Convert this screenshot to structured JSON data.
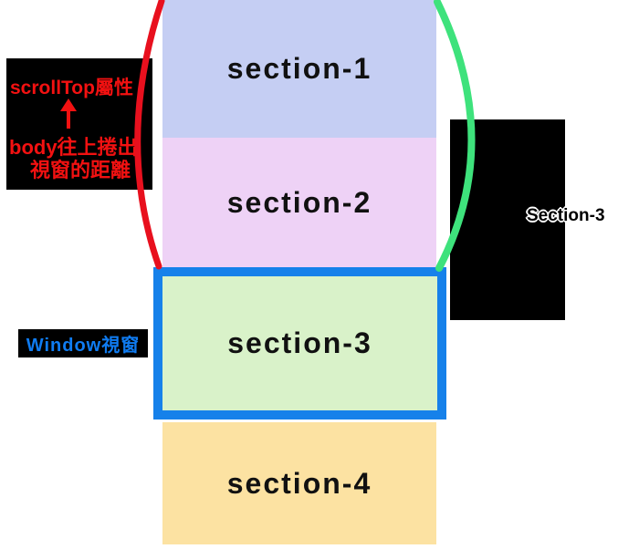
{
  "diagram": {
    "topic": "scrollTop"
  },
  "sections": [
    {
      "label": "section-1",
      "color": "#c5cef3"
    },
    {
      "label": "section-2",
      "color": "#eed2f6"
    },
    {
      "label": "section-3",
      "color": "#d9f2c9"
    },
    {
      "label": "section-4",
      "color": "#fce2a2"
    }
  ],
  "scrolltop_note": {
    "property_label": "scrollTop屬性",
    "arrow_icon": "up-arrow",
    "desc_line1": "body往上捲出",
    "desc_line2": "視窗的距離",
    "text_color": "#f21111"
  },
  "window_label": {
    "text": "Window視窗",
    "text_color": "#0f7cf2"
  },
  "offset_note": {
    "text": "Section-3"
  },
  "colors": {
    "page_bg": "#ffffff",
    "note_bg": "#000000",
    "window_border": "#1681ea",
    "scrolltop_brace": "#e8101e",
    "offset_brace": "#3ee27c",
    "section_label": "#111111"
  }
}
